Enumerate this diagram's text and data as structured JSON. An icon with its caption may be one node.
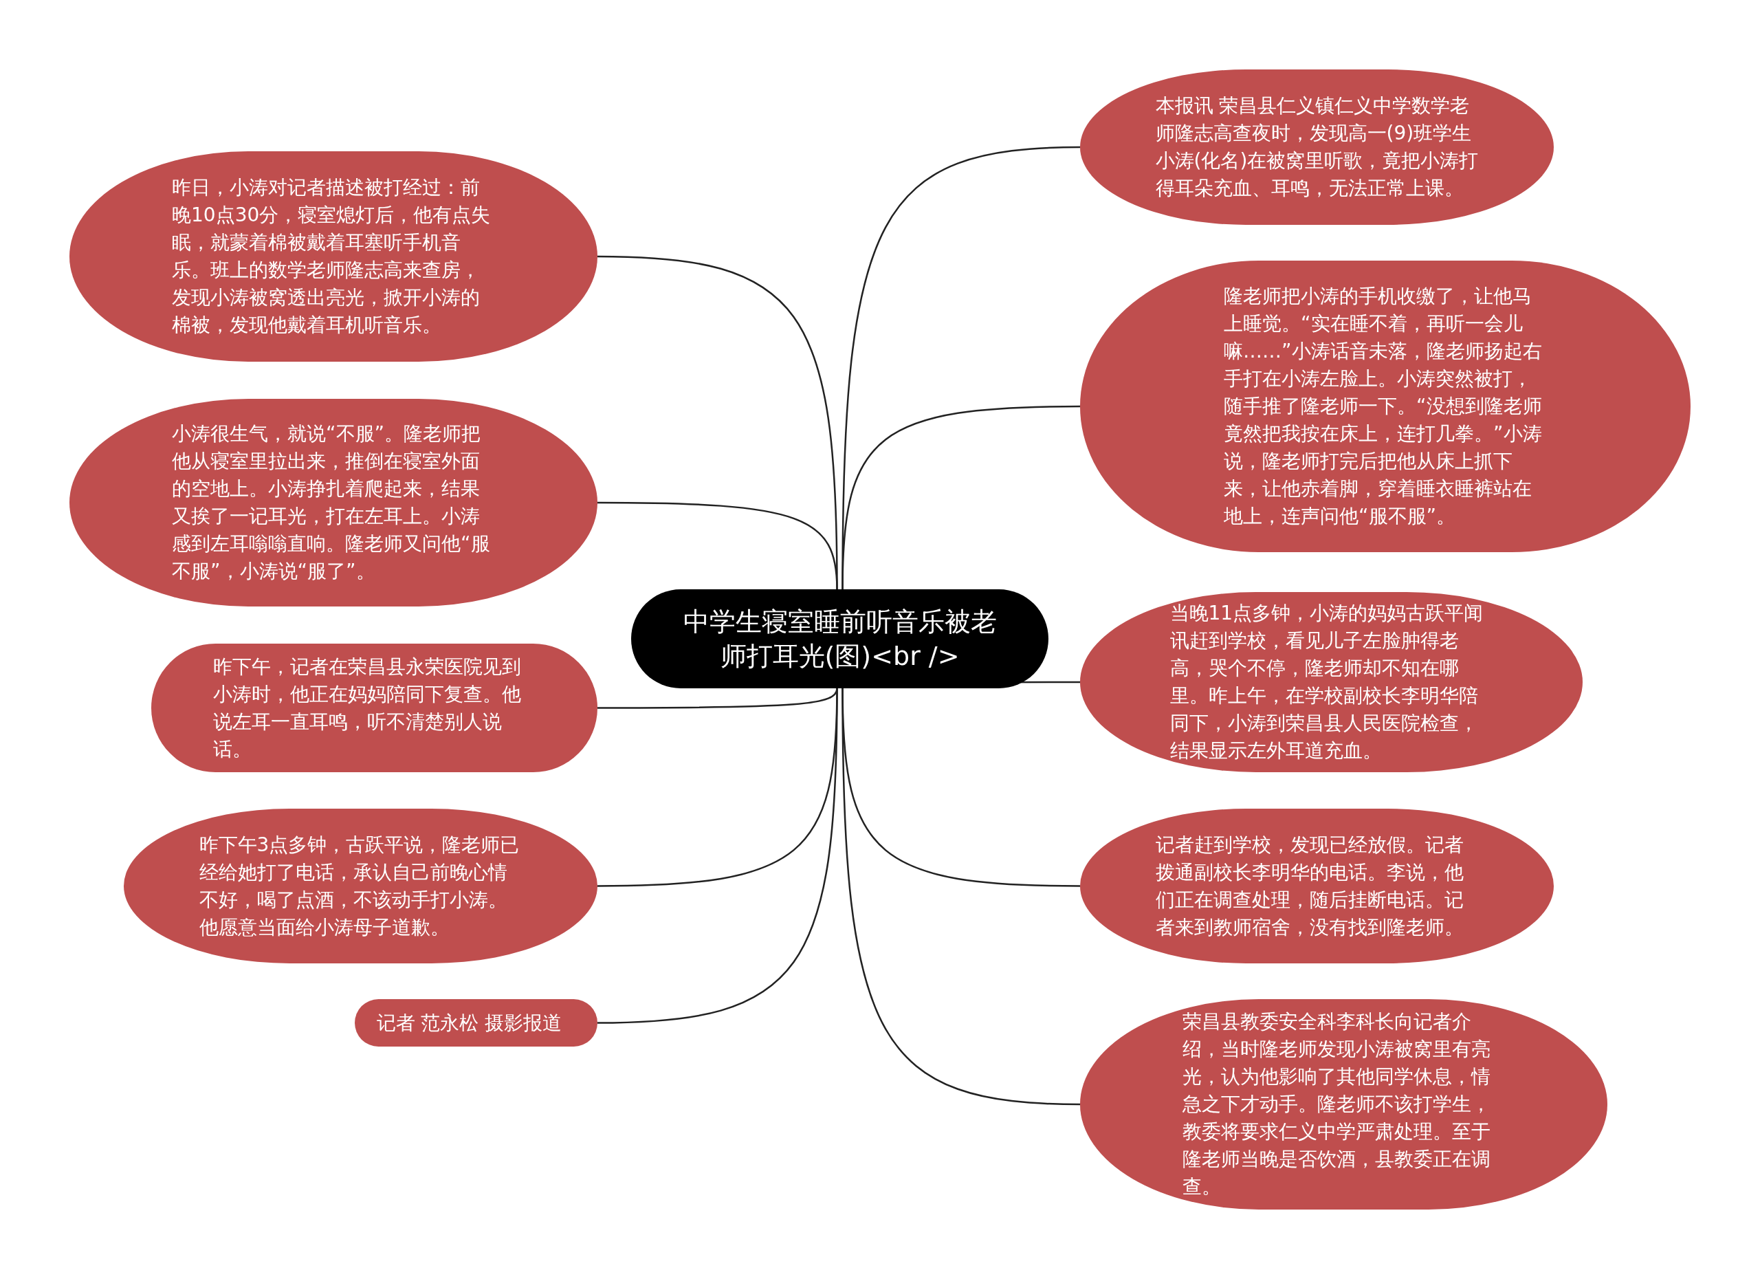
{
  "diagram": {
    "nodes": [
      {
        "text": [
          "中学生寝室睡前听音乐被老师打耳光(图)<br />"
        ]
      },
      {
        "text": [
          "昨日，小涛对记者描述被打经过：前晚10点30分，寝室熄灯后，他有点失眠，就蒙着棉被戴着耳塞听手机音乐。班上的数学老师隆志高来查房，发现小涛被窝透出亮光，掀开小涛的棉被，发现他戴着耳机听音乐。"
        ]
      },
      {
        "text": [
          "小涛很生气，就说“不服”。隆老师把他从寝室里拉出来，推倒在寝室外面的空地上。小涛挣扎着爬起来，结果又挨了一记耳光，打在左耳上。小涛感到左耳嗡嗡直响。隆老师又问他“服不服”，小涛说“服了”。"
        ]
      },
      {
        "text": [
          "昨下午，记者在荣昌县永荣医院见到小涛时，他正在妈妈陪同下复查。他说左耳一直耳鸣，听不清楚别人说话。"
        ]
      },
      {
        "text": [
          "昨下午3点多钟，古跃平说，隆老师已经给她打了电话，承认自己前晚心情不好，喝了点酒，不该动手打小涛。他愿意当面给小涛母子道歉。"
        ]
      },
      {
        "text": [
          "记者 范永松 摄影报道"
        ]
      },
      {
        "text": [
          "本报讯 荣昌县仁义镇仁义中学数学老师隆志高查夜时，发现高一(9)班学生小涛(化名)在被窝里听歌，竟把小涛打得耳朵充血、耳鸣，无法正常上课。"
        ]
      },
      {
        "text": [
          "隆老师把小涛的手机收缴了，让他马上睡觉。“实在睡不着，再听一会儿嘛……”小涛话音未落，隆老师扬起右手打在小涛左脸上。小涛突然被打，随手推了隆老师一下。“没想到隆老师竟然把我按在床上，连打几拳。”小涛说，隆老师打完后把他从床上抓下来，让他赤着脚，穿着睡衣睡裤站在地上，连声问他“服不服”。"
        ]
      },
      {
        "text": [
          "当晚11点多钟，小涛的妈妈古跃平闻讯赶到学校，看见儿子左脸肿得老高，哭个不停，隆老师却不知在哪里。昨上午，在学校副校长李明华陪同下，小涛到荣昌县人民医院检查，结果显示左外耳道充血。"
        ]
      },
      {
        "text": [
          "记者赶到学校，发现已经放假。记者拨通副校长李明华的电话。李说，他们正在调查处理，随后挂断电话。记者来到教师宿舍，没有找到隆老师。"
        ]
      },
      {
        "text": [
          "荣昌县教委安全科李科长向记者介绍，当时隆老师发现小涛被窝里有亮光，认为他影响了其他同学休息，情急之下才动手。隆老师不该打学生，教委将要求仁义中学严肃处理。至于隆老师当晚是否饮酒，县教委正在调查。"
        ]
      }
    ],
    "edges": [
      {
        "from": 0,
        "to": 1,
        "arrow": "none"
      },
      {
        "from": 0,
        "to": 2,
        "arrow": "none"
      },
      {
        "from": 0,
        "to": 3,
        "arrow": "none"
      },
      {
        "from": 0,
        "to": 4,
        "arrow": "none"
      },
      {
        "from": 0,
        "to": 5,
        "arrow": "none"
      },
      {
        "from": 0,
        "to": 6,
        "arrow": "none"
      },
      {
        "from": 0,
        "to": 7,
        "arrow": "none"
      },
      {
        "from": 0,
        "to": 8,
        "arrow": "none"
      },
      {
        "from": 0,
        "to": 9,
        "arrow": "none"
      },
      {
        "from": 0,
        "to": 10,
        "arrow": "none"
      }
    ]
  }
}
